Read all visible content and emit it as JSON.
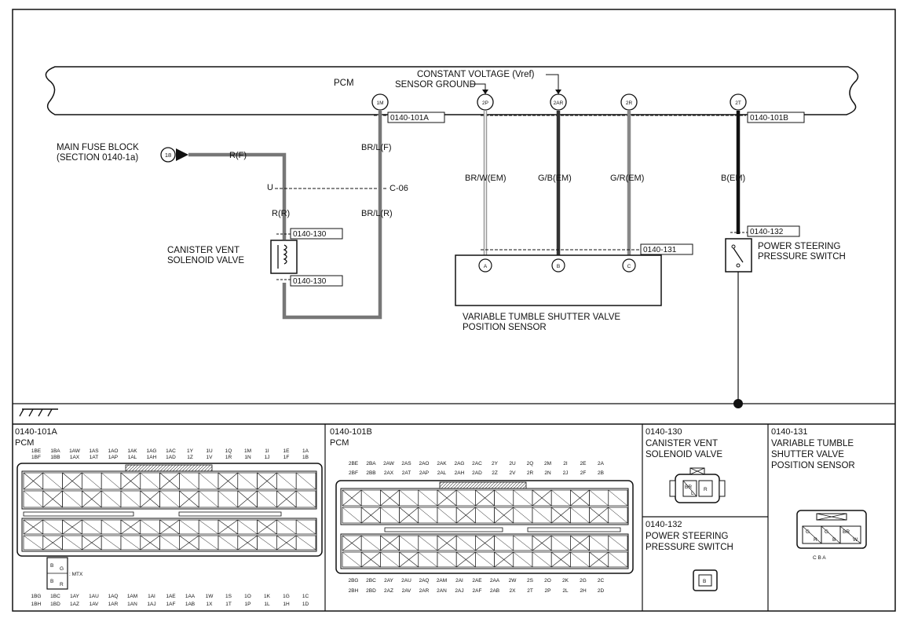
{
  "pcm_label": "PCM",
  "constant_voltage_label": "CONSTANT VOLTAGE (Vref)",
  "sensor_ground_label": "SENSOR GROUND",
  "terminals": {
    "t1m": "1M",
    "t2p": "2P",
    "t2ar": "2AR",
    "t2r": "2R",
    "t2t": "2T"
  },
  "refs": {
    "r101a": "0140-101A",
    "r101b": "0140-101B",
    "r130a": "0140-130",
    "r130b": "0140-130",
    "r131": "0140-131",
    "r132": "0140-132"
  },
  "fuse_block": {
    "line1": "MAIN FUSE BLOCK",
    "line2": "(SECTION 0140-1a)",
    "num": "18"
  },
  "wires": {
    "rf": "R(F)",
    "u": "U",
    "rr": "R(R)",
    "brlf": "BR/L(F)",
    "c06": "C-06",
    "brlr": "BR/L(R)",
    "brw": "BR/W(EM)",
    "gb": "G/B(EM)",
    "gr": "G/R(EM)",
    "b": "B(EM)"
  },
  "canister": {
    "line1": "CANISTER VENT",
    "line2": "SOLENOID VALVE"
  },
  "tumble": {
    "line1": "VARIABLE TUMBLE SHUTTER VALVE",
    "line2": "POSITION SENSOR",
    "pinA": "A",
    "pinB": "B",
    "pinC": "C"
  },
  "pss": {
    "line1": "POWER STEERING",
    "line2": "PRESSURE SWITCH"
  },
  "panels": {
    "p101a": {
      "code": "0140-101A",
      "name": "PCM",
      "top1": [
        "1BE",
        "1BA",
        "1AW",
        "1AS",
        "1AO",
        "1AK",
        "1AG",
        "1AC",
        "1Y",
        "1U",
        "1Q",
        "1M",
        "1I",
        "1E",
        "1A"
      ],
      "top2": [
        "1BF",
        "1BB",
        "1AX",
        "1AT",
        "1AP",
        "1AL",
        "1AH",
        "1AD",
        "1Z",
        "1V",
        "1R",
        "1N",
        "1J",
        "1F",
        "1B"
      ],
      "bot1": [
        "1BG",
        "1BC",
        "1AY",
        "1AU",
        "1AQ",
        "1AM",
        "1AI",
        "1AE",
        "1AA",
        "1W",
        "1S",
        "1O",
        "1K",
        "1G",
        "1C"
      ],
      "bot2": [
        "1BH",
        "1BD",
        "1AZ",
        "1AV",
        "1AR",
        "1AN",
        "1AJ",
        "1AF",
        "1AB",
        "1X",
        "1T",
        "1P",
        "1L",
        "1H",
        "1D"
      ],
      "mtx": ": MTX"
    },
    "p101b": {
      "code": "0140-101B",
      "name": "PCM",
      "top1": [
        "2BE",
        "2BA",
        "2AW",
        "2AS",
        "2AO",
        "2AK",
        "2AG",
        "2AC",
        "2Y",
        "2U",
        "2Q",
        "2M",
        "2I",
        "2E",
        "2A"
      ],
      "top2": [
        "2BF",
        "2BB",
        "2AX",
        "2AT",
        "2AP",
        "2AL",
        "2AH",
        "2AD",
        "2Z",
        "2V",
        "2R",
        "2N",
        "2J",
        "2F",
        "2B"
      ],
      "bot1": [
        "2BG",
        "2BC",
        "2AY",
        "2AU",
        "2AQ",
        "2AM",
        "2AI",
        "2AE",
        "2AA",
        "2W",
        "2S",
        "2O",
        "2K",
        "2G",
        "2C"
      ],
      "bot2": [
        "2BH",
        "2BD",
        "2AZ",
        "2AV",
        "2AR",
        "2AN",
        "2AJ",
        "2AF",
        "2AB",
        "2X",
        "2T",
        "2P",
        "2L",
        "2H",
        "2D"
      ]
    },
    "p130": {
      "code": "0140-130",
      "line1": "CANISTER VENT",
      "line2": "SOLENOID VALVE",
      "pin1": "BR",
      "pin1b": "L",
      "pin2": "R"
    },
    "p131": {
      "code": "0140-131",
      "line1": "VARIABLE TUMBLE",
      "line2": "SHUTTER VALVE",
      "line3": "POSITION SENSOR",
      "pins": "C     B     A"
    },
    "p132": {
      "code": "0140-132",
      "line1": "POWER STEERING",
      "line2": "PRESSURE SWITCH",
      "pin": "B"
    }
  }
}
